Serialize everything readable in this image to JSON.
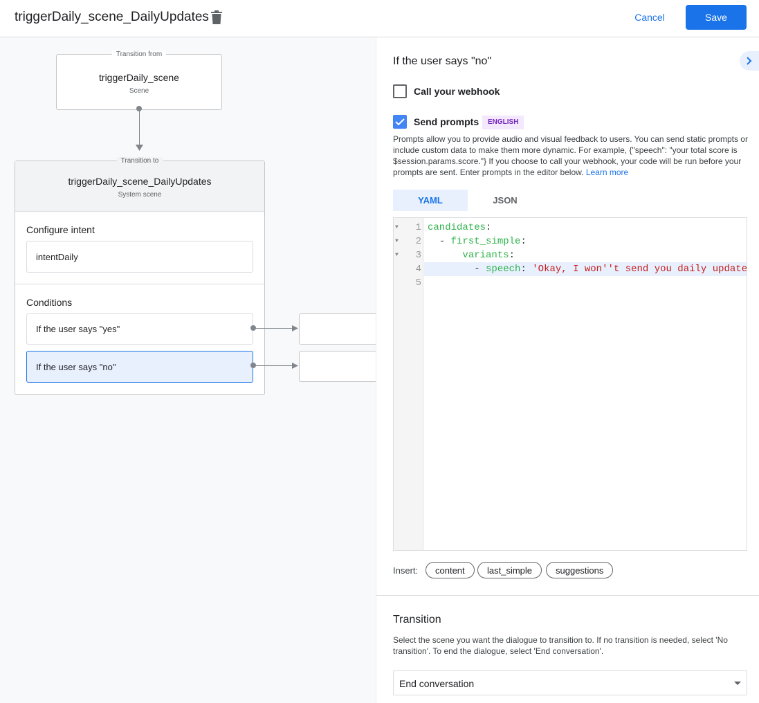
{
  "header": {
    "title": "triggerDaily_scene_DailyUpdates",
    "cancel_label": "Cancel",
    "save_label": "Save",
    "primary_color": "#1a73e8"
  },
  "canvas": {
    "from": {
      "legend": "Transition from",
      "name": "triggerDaily_scene",
      "type": "Scene"
    },
    "to": {
      "legend": "Transition to",
      "name": "triggerDaily_scene_DailyUpdates",
      "type": "System scene"
    },
    "intent": {
      "label": "Configure intent",
      "value": "intentDaily"
    },
    "conditions": {
      "label": "Conditions",
      "items": [
        {
          "label": "If the user says \"yes\"",
          "selected": false
        },
        {
          "label": "If the user says \"no\"",
          "selected": true
        }
      ]
    }
  },
  "panel": {
    "title": "If the user says \"no\"",
    "webhook": {
      "label": "Call your webhook",
      "checked": false
    },
    "prompts": {
      "label": "Send prompts",
      "checked": true,
      "badge": "ENGLISH",
      "description": "Prompts allow you to provide audio and visual feedback to users. You can send static prompts or include custom data to make them more dynamic. For example, {\"speech\": \"your total score is $session.params.score.\"} If you choose to call your webhook, your code will be run before your prompts are sent. Enter prompts in the editor below.",
      "learn_more": "Learn more"
    },
    "tabs": [
      {
        "label": "YAML",
        "active": true
      },
      {
        "label": "JSON",
        "active": false
      }
    ],
    "editor": {
      "lines": [
        {
          "n": "1",
          "indent": "",
          "dash": "",
          "key": "candidates",
          "colon": ":",
          "value": ""
        },
        {
          "n": "2",
          "indent": "  ",
          "dash": "- ",
          "key": "first_simple",
          "colon": ":",
          "value": ""
        },
        {
          "n": "3",
          "indent": "      ",
          "dash": "",
          "key": "variants",
          "colon": ":",
          "value": ""
        },
        {
          "n": "4",
          "indent": "        ",
          "dash": "- ",
          "key": "speech",
          "colon": ": ",
          "value": "'Okay, I won''t send you daily update"
        },
        {
          "n": "5",
          "indent": "",
          "dash": "",
          "key": "",
          "colon": "",
          "value": ""
        }
      ]
    },
    "insert": {
      "label": "Insert:",
      "chips": [
        "content",
        "last_simple",
        "suggestions"
      ]
    },
    "transition": {
      "title": "Transition",
      "description": "Select the scene you want the dialogue to transition to. If no transition is needed, select 'No transition'. To end the dialogue, select 'End conversation'.",
      "selected": "End conversation"
    }
  }
}
